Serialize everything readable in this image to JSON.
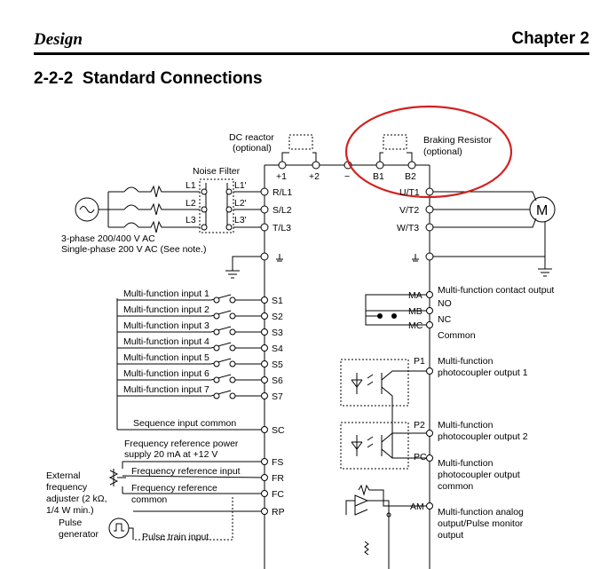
{
  "header": {
    "left": "Design",
    "right": "Chapter 2"
  },
  "section": {
    "number": "2-2-2",
    "title": "Standard Connections"
  },
  "diagram": {
    "dc_reactor": [
      "DC reactor",
      "(optional)"
    ],
    "braking_resistor": [
      "Braking Resistor",
      "(optional)"
    ],
    "noise_filter": "Noise Filter",
    "top_terminals": [
      "+1",
      "+2",
      "−",
      "B1",
      "B2"
    ],
    "filter_in": [
      "L1",
      "L2",
      "L3"
    ],
    "filter_out": [
      "L1'",
      "L2'",
      "L3'"
    ],
    "input_terminals": [
      "R/L1",
      "S/L2",
      "T/L3"
    ],
    "output_terminals": [
      "U/T1",
      "V/T2",
      "W/T3"
    ],
    "motor": "M",
    "supply_note": [
      "3-phase 200/400 V AC",
      "Single-phase 200 V AC (See note.)"
    ],
    "multi_inputs": [
      "Multi-function input 1",
      "Multi-function input 2",
      "Multi-function input 3",
      "Multi-function input 4",
      "Multi-function input 5",
      "Multi-function input 6",
      "Multi-function input 7"
    ],
    "s_terminals": [
      "S1",
      "S2",
      "S3",
      "S4",
      "S5",
      "S6",
      "S7"
    ],
    "sequence_common": "Sequence input common",
    "sc": "SC",
    "freq_power": [
      "Frequency reference power",
      "supply 20 mA at +12 V"
    ],
    "fs": "FS",
    "freq_input": "Frequency reference input",
    "fr": "FR",
    "freq_common": [
      "Frequency reference",
      "common"
    ],
    "fc": "FC",
    "rp": "RP",
    "external_adjuster": [
      "External",
      "frequency",
      "adjuster (2 kΩ,",
      "1/4 W min.)"
    ],
    "pulse_gen": [
      "Pulse",
      "generator"
    ],
    "pulse_train": "Pulse train input",
    "contact_output": "Multi-function contact output",
    "ma": "MA",
    "mb": "MB",
    "mc": "MC",
    "no": "NO",
    "nc": "NC",
    "common": "Common",
    "p1": "P1",
    "p1_label": [
      "Multi-function",
      "photocoupler output 1"
    ],
    "p2": "P2",
    "p2_label": [
      "Multi-function",
      "photocoupler output 2"
    ],
    "pc": "PC",
    "pc_label": [
      "Multi-function",
      "photocoupler output",
      "common"
    ],
    "am": "AM",
    "am_label": [
      "Multi-function analog",
      "output/Pulse monitor",
      "output"
    ]
  },
  "colors": {
    "highlight_ellipse": "#d42020"
  }
}
